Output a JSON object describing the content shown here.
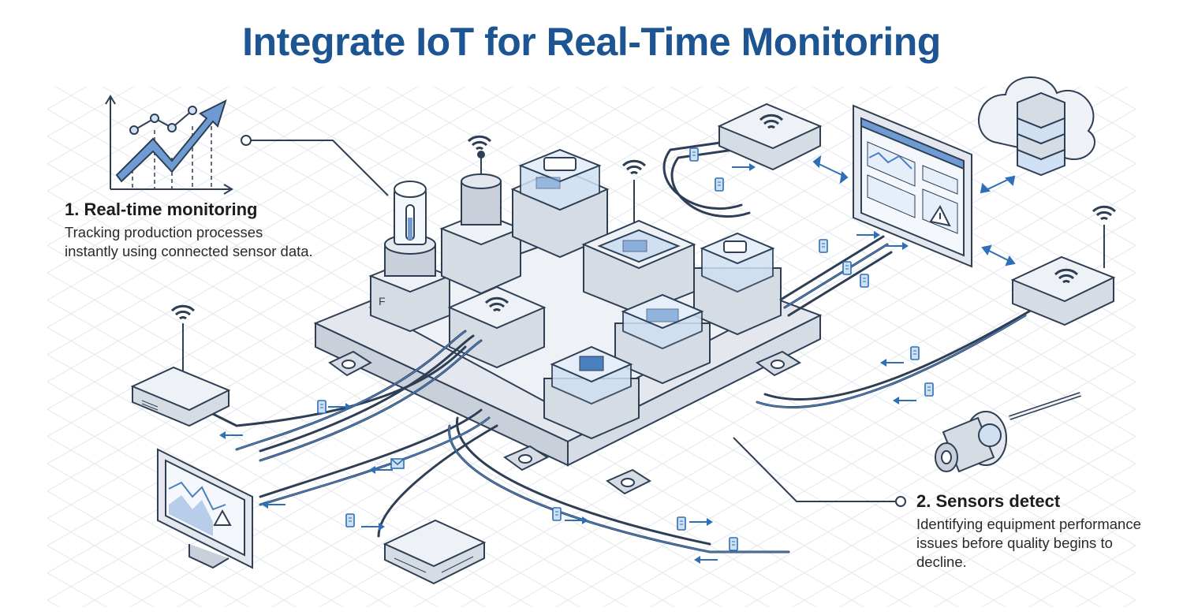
{
  "title": "Integrate IoT for Real-Time Monitoring",
  "callouts": [
    {
      "heading": "1. Real-time monitoring",
      "body": "Tracking production processes instantly using connected sensor data."
    },
    {
      "heading": "2. Sensors detect",
      "body": "Identifying equipment performance issues before quality begins to decline."
    }
  ],
  "palette": {
    "title": "#1c5592",
    "line": "#2e3f55",
    "accent_blue": "#4a7fc0",
    "light_blue": "#cfe0f3",
    "metal": "#e4e8ee",
    "grid": "#e6e9ee"
  },
  "icons": [
    "trend-chart-icon",
    "thermometer-sensor-icon",
    "wifi-icon",
    "router-icon",
    "cloud-server-icon",
    "dashboard-monitor-icon",
    "alert-icon",
    "pressure-sensor-icon",
    "junction-box-icon",
    "network-switch-icon",
    "motor-sensor-icon",
    "data-packet-icon",
    "envelope-icon"
  ]
}
